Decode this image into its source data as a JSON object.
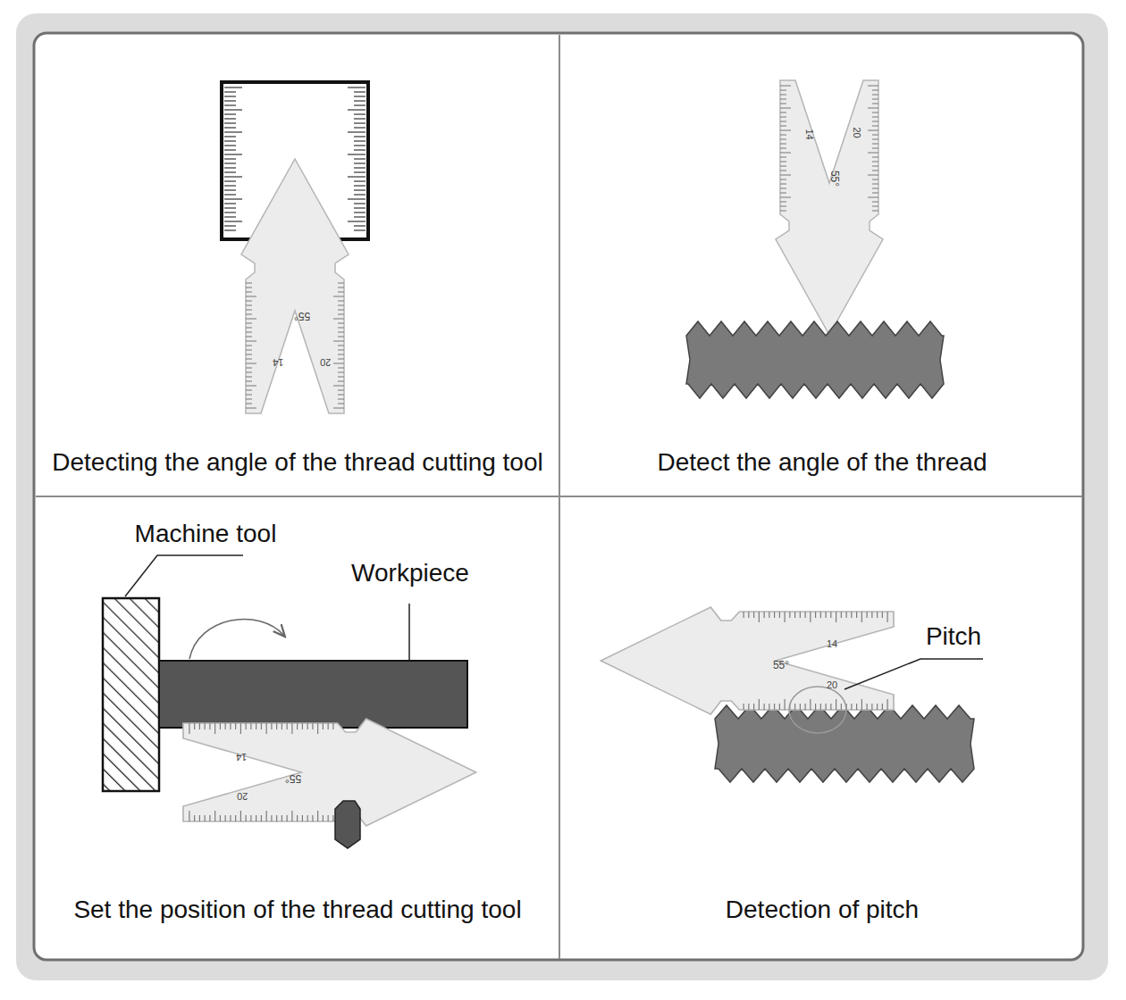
{
  "diagram": {
    "nodes": [
      {
        "text": [
          "Detecting the angle of the thread cutting tool"
        ]
      },
      {
        "text": [
          "Detect the angle of the thread"
        ]
      },
      {
        "text": [
          "Set the position of the thread cutting tool"
        ]
      },
      {
        "text": [
          "Detection of pitch"
        ]
      }
    ],
    "labels": [
      "55°",
      "14",
      "20",
      "14",
      "20",
      "55°",
      "Machine tool",
      "Workpiece",
      "14",
      "55°",
      "20",
      "14",
      "55°",
      "Pitch",
      "20"
    ]
  }
}
